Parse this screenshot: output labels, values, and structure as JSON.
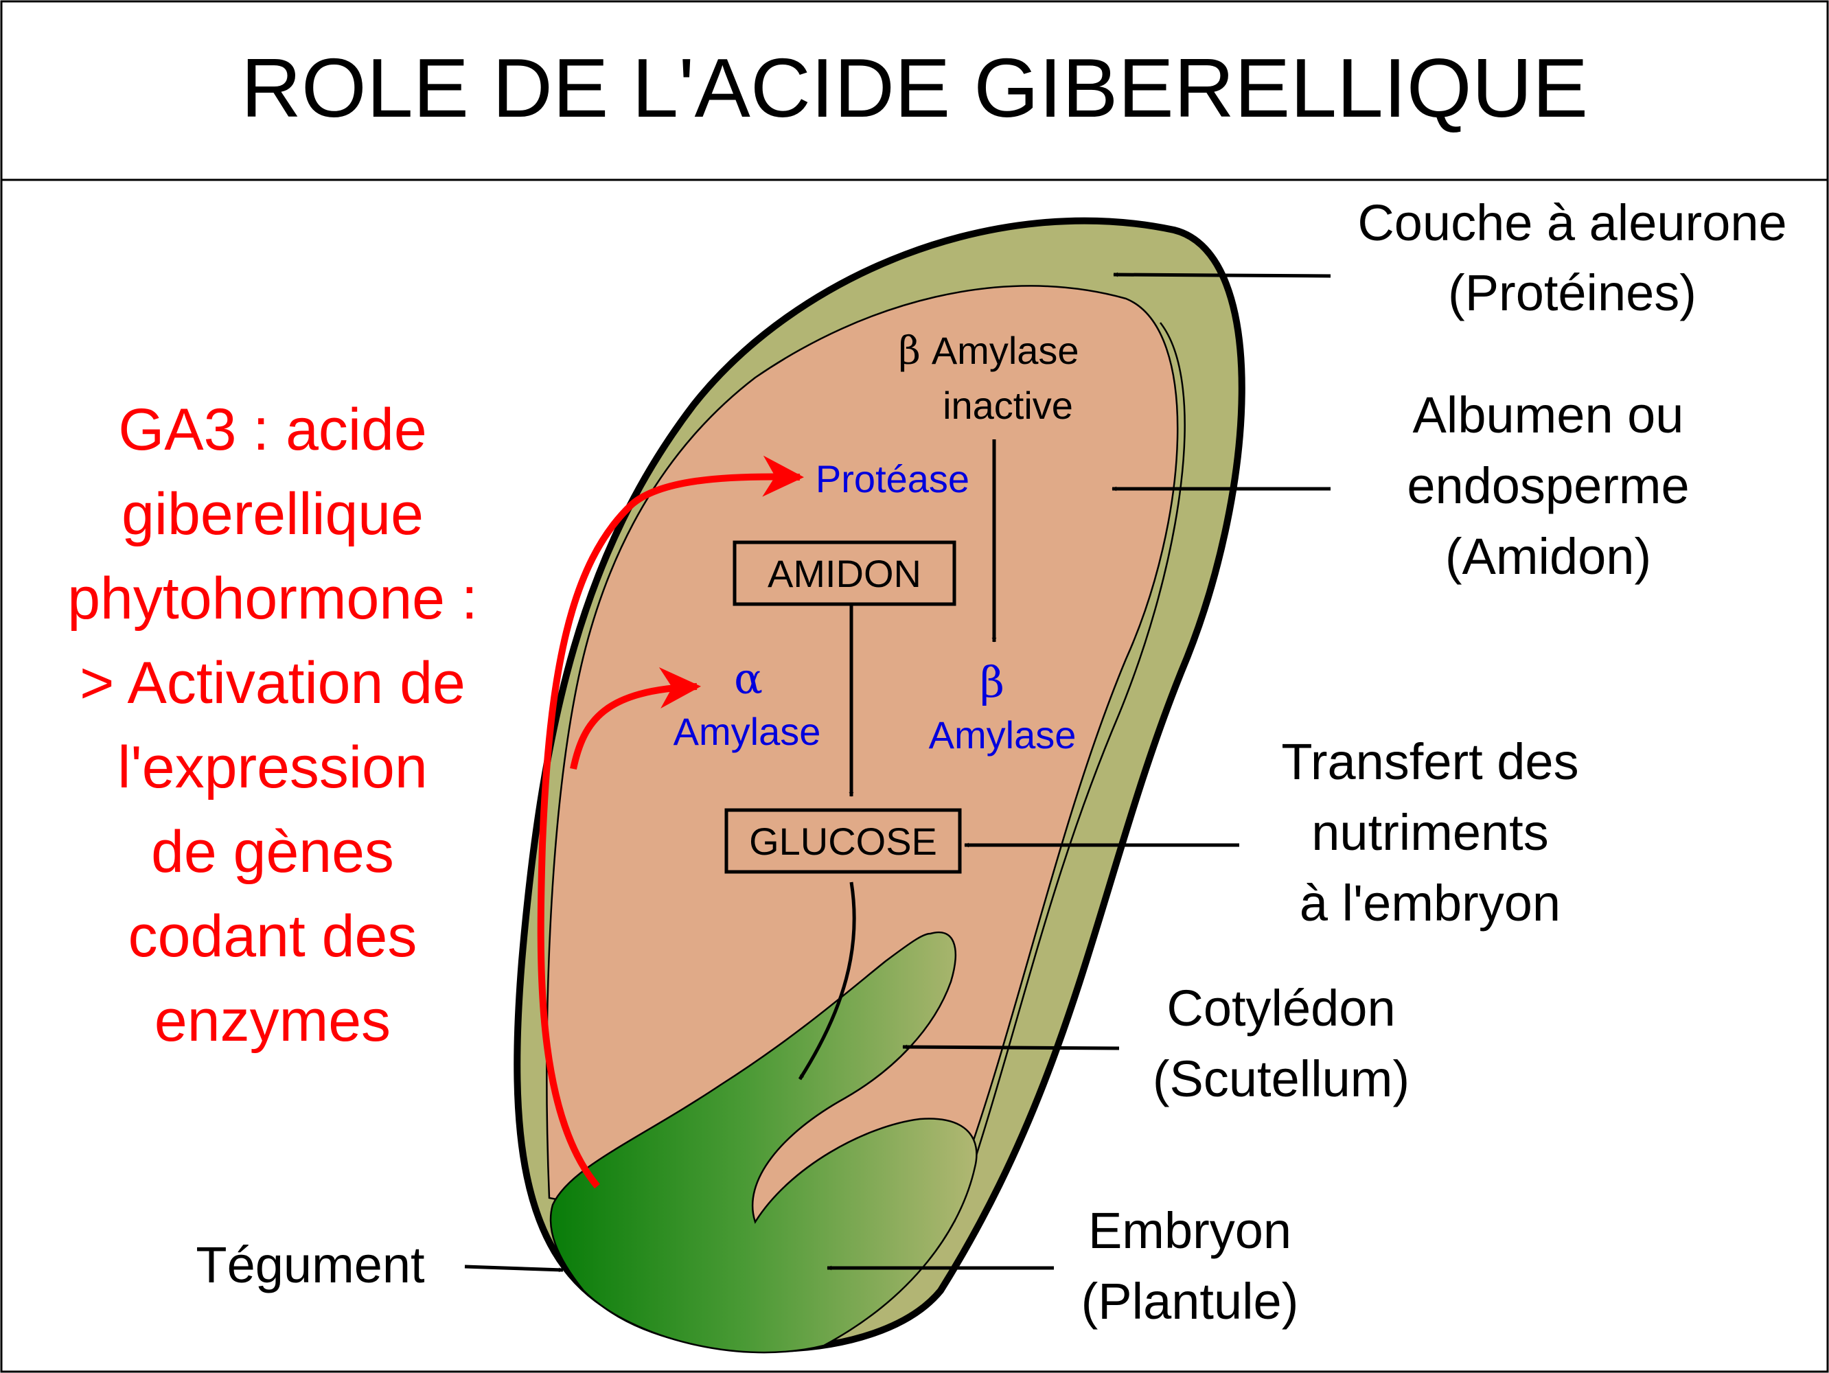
{
  "title": "ROLE DE L'ACIDE GIBERELLIQUE",
  "labels": {
    "aleurone": [
      "Couche à aleurone",
      "(Protéines)"
    ],
    "albumen": [
      "Albumen ou",
      "endosperme",
      "(Amidon)"
    ],
    "transfert": [
      "Transfert des",
      "nutriments",
      "à l'embryon"
    ],
    "cotyledon": [
      "Cotylédon",
      "(Scutellum)"
    ],
    "embryon": [
      "Embryon",
      "(Plantule)"
    ],
    "tegument": "Tégument"
  },
  "ga3_text": [
    "GA3 : acide",
    "giberellique",
    "phytohormone :",
    "> Activation de",
    "l'expression",
    "de gènes",
    "codant des",
    "enzymes"
  ],
  "inner": {
    "beta_inactive_symbol": "β",
    "beta_inactive_line1": "Amylase",
    "beta_inactive_line2": "inactive",
    "protease": "Protéase",
    "amidon": "AMIDON",
    "glucose": "GLUCOSE",
    "alpha_symbol": "α",
    "alpha_label": "Amylase",
    "beta_symbol": "β",
    "beta_label": "Amylase"
  },
  "colors": {
    "aleurone": "#b2b574",
    "albumen": "#e0aa88",
    "embryo_dark": "#0a7d0a",
    "embryo_light": "#b0b772",
    "ga3": "#ff0000",
    "enzyme": "#0000dd"
  }
}
